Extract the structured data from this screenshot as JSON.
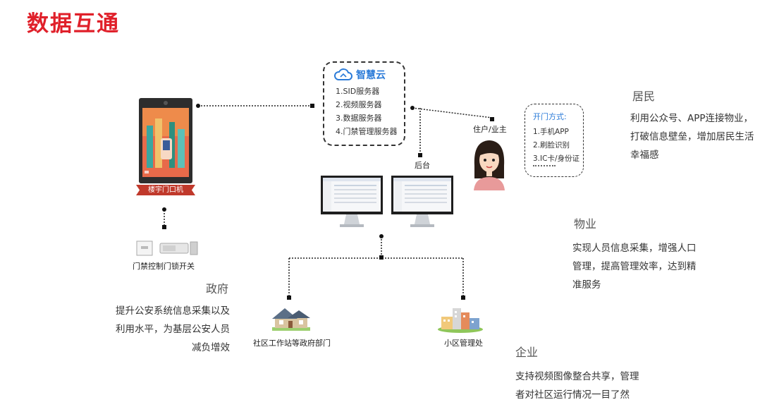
{
  "title": "数据互通",
  "cloud": {
    "name": "智慧云",
    "items": [
      "1.SID服务器",
      "2.视频服务器",
      "3.数据服务器",
      "4.门禁管理服务器"
    ]
  },
  "devices": {
    "door_terminal": "楼宇门口机",
    "door_control": "门禁控制门锁开关",
    "backend": "后台",
    "resident_user": "住户/业主",
    "community_station": "社区工作站等政府部门",
    "property_office": "小区管理处"
  },
  "open_methods": {
    "title": "开门方式:",
    "items": [
      "1.手机APP",
      "2.刷脸识别",
      "3.IC卡/身份证"
    ]
  },
  "sections": {
    "residents": {
      "title": "居民",
      "lines": [
        "利用公众号、APP连接物业，",
        "打破信息壁垒，增加居民生活",
        "幸福感"
      ]
    },
    "property": {
      "title": "物业",
      "lines": [
        "实现人员信息采集，增强人口",
        "管理，提高管理效率，达到精",
        "准服务"
      ]
    },
    "government": {
      "title": "政府",
      "lines": [
        "提升公安系统信息采集以及",
        "利用水平，为基层公安人员",
        "减负增效"
      ]
    },
    "enterprise": {
      "title": "企业",
      "lines": [
        "支持视频图像整合共享，管理",
        "者对社区运行情况一目了然"
      ]
    }
  },
  "colors": {
    "title_red": "#e0202a",
    "cloud_blue": "#2b7bd8",
    "device_red": "#c0392b"
  }
}
